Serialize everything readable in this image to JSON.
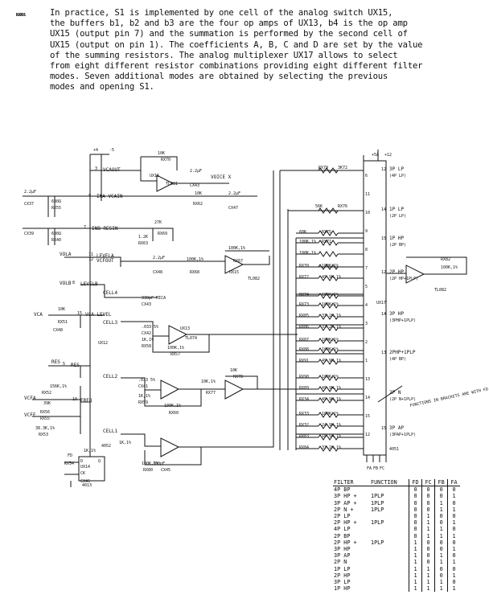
{
  "paragraph": [
    "In practice, S1 is implemented by one cell of the analog switch UX15,",
    "the buffers b1, b2 and b3 are the four op amps of UX13, b4 is the op amp",
    "UX15 (output pin 7) and the summation is performed by the second cell of",
    "UX15 (output on pin 1). The coefficients A, B, C and D are set by the value",
    "of the summing resistors. The analog multiplexer UX17 allows to select",
    "from eight different resistor combinations providing eight different filter",
    "modes. Seven additional modes are obtained by selecting the previous",
    "modes and opening S1."
  ],
  "schematic": {
    "ic_labels": [
      "UX16",
      "TL081",
      "UX15",
      "TL082",
      "UX13",
      "TL074",
      "UX17",
      "UX14",
      "4013",
      "UX12",
      "4051",
      "TL082",
      "4052"
    ],
    "pins": [
      {
        "label": "VCAOUT",
        "pin": "3"
      },
      {
        "label": "INA VCAIN",
        "pin": "4"
      },
      {
        "label": "INB RESIN",
        "pin": "7"
      },
      {
        "label": "LEVELA",
        "pin": "11"
      },
      {
        "label": "VCFOUT",
        "pin": "12"
      },
      {
        "label": "LEVELB",
        "pin": "8"
      },
      {
        "label": "CELL4",
        "pin": ""
      },
      {
        "label": "VCA LEVEL",
        "pin": "15"
      },
      {
        "label": "CELL3",
        "pin": ""
      },
      {
        "label": "RES",
        "pin": "5"
      },
      {
        "label": "CELL2",
        "pin": ""
      },
      {
        "label": "FREQ",
        "pin": "10"
      },
      {
        "label": "CELL1",
        "pin": ""
      }
    ],
    "signals": [
      "VCA",
      "VCFA",
      "VCFF",
      "RES",
      "VOLA",
      "VOLB",
      "VOICE X"
    ],
    "supplies": [
      "+4",
      "-5",
      "+5A",
      "+12"
    ],
    "components": [
      "2.2µF",
      "CX37",
      "680Ω",
      "RX55",
      "680Ω",
      "RX40",
      "CX39",
      "10K",
      "RX70",
      "2.2µF",
      "CX43",
      "10K",
      "RX62",
      "2.2µF",
      "CX47",
      "27K",
      "RX69",
      "1.2K",
      "RX63",
      "2.2µF",
      "CX48",
      "100K,1%",
      "RX68",
      "100K,1%",
      "RX67",
      "330pF MICA",
      "CX43",
      "10K",
      "RX51",
      "CX48",
      ".033 5%",
      "CX42",
      "1K,1%",
      "RX58",
      "100K,1%",
      "RX57",
      ".033 5%",
      "CX41",
      "1K,1%",
      "RX59",
      "100K,1%",
      "RX60",
      "10K,1%",
      "RX77",
      "10K",
      "RX78",
      "156K,1%",
      "RX52",
      "39K",
      "RX56",
      "RX55",
      "38.3K,1%",
      "RX53",
      "1K,1%",
      "RX54",
      "CX46",
      "100pF",
      "CX45",
      "100K,1%",
      "RX80",
      "1K,1%",
      "RX79",
      "3K72",
      "56K",
      "RX76",
      "68K",
      "RX75",
      "100K,1%",
      "RX71",
      "100K,1%",
      "RX39",
      "100K,1%",
      "RX72",
      "49.9K,1%",
      "RX74",
      "100K,1%",
      "RX73",
      "100K,1%",
      "RX85",
      "33.2K,1%",
      "RX86",
      "33.2K,1%",
      "RX87",
      "100K,1%",
      "RX88",
      "100K,1%",
      "RX91",
      "49.9K,1%",
      "RX90",
      "100K,1%",
      "RX89",
      "49.9K,1%",
      "RX34",
      "49.9K,1%",
      "RX33",
      "100K,1%",
      "RX32",
      "24.9K,1%",
      "RX83",
      "16.5K,1%",
      "RX84",
      "33.2K,1%",
      "RX82",
      "100K,1%",
      "RX81",
      "68K",
      "RX66"
    ],
    "mux_inputs": [
      {
        "pin": "12",
        "label": "3P LP",
        "sub": "(4P LP)"
      },
      {
        "pin": "14",
        "label": "1P LP",
        "sub": "(2P LP)"
      },
      {
        "pin": "15",
        "label": "1P HP",
        "sub": "(2P BP)"
      },
      {
        "pin": "12",
        "label": "2P HP",
        "sub": "(2P HP+1PLP)"
      },
      {
        "pin": "14",
        "label": "3P HP",
        "sub": "(3PHP+1PLP)"
      },
      {
        "pin": "13",
        "label": "2PHP+1PLP",
        "sub": "(4P BP)"
      },
      {
        "pin": "",
        "label": "2P N",
        "sub": "(2P N+1PLP)"
      },
      {
        "pin": "15",
        "label": "3P AP",
        "sub": "(3PAP+1PLP)"
      }
    ],
    "mux_pins": [
      "6",
      "11",
      "10",
      "9",
      "8",
      "7",
      "5",
      "4",
      "3",
      "2",
      "1",
      "13",
      "14",
      "15",
      "12"
    ],
    "mux_controls": [
      "FA",
      "FB",
      "FC"
    ],
    "function_note": "FUNCTIONS IN BRACKETS ARE WITH FD LOW",
    "misc_labels": [
      "FD",
      "D",
      "Q",
      "CK"
    ]
  },
  "filter_table": {
    "headers": [
      "FILTER",
      "FUNCTION",
      "FD",
      "FC",
      "FB",
      "FA"
    ],
    "rows": [
      [
        "4P BP",
        "",
        "0",
        "0",
        "0",
        "0"
      ],
      [
        "3P HP +",
        "1PLP",
        "0",
        "0",
        "0",
        "1"
      ],
      [
        "3P AP +",
        "1PLP",
        "0",
        "0",
        "1",
        "0"
      ],
      [
        "2P N +",
        "1PLP",
        "0",
        "0",
        "1",
        "1"
      ],
      [
        "2P LP",
        "",
        "0",
        "1",
        "0",
        "0"
      ],
      [
        "2P HP +",
        "1PLP",
        "0",
        "1",
        "0",
        "1"
      ],
      [
        "4P LP",
        "",
        "0",
        "1",
        "1",
        "0"
      ],
      [
        "2P BP",
        "",
        "0",
        "1",
        "1",
        "1"
      ],
      [
        "2P HP +",
        "1PLP",
        "1",
        "0",
        "0",
        "0"
      ],
      [
        "3P HP",
        "",
        "1",
        "0",
        "0",
        "1"
      ],
      [
        "3P AP",
        "",
        "1",
        "0",
        "1",
        "0"
      ],
      [
        "2P N",
        "",
        "1",
        "0",
        "1",
        "1"
      ],
      [
        "1P LP",
        "",
        "1",
        "1",
        "0",
        "0"
      ],
      [
        "2P HP",
        "",
        "1",
        "1",
        "0",
        "1"
      ],
      [
        "3P LP",
        "",
        "1",
        "1",
        "1",
        "0"
      ],
      [
        "1P HP",
        "",
        "1",
        "1",
        "1",
        "1"
      ]
    ]
  }
}
